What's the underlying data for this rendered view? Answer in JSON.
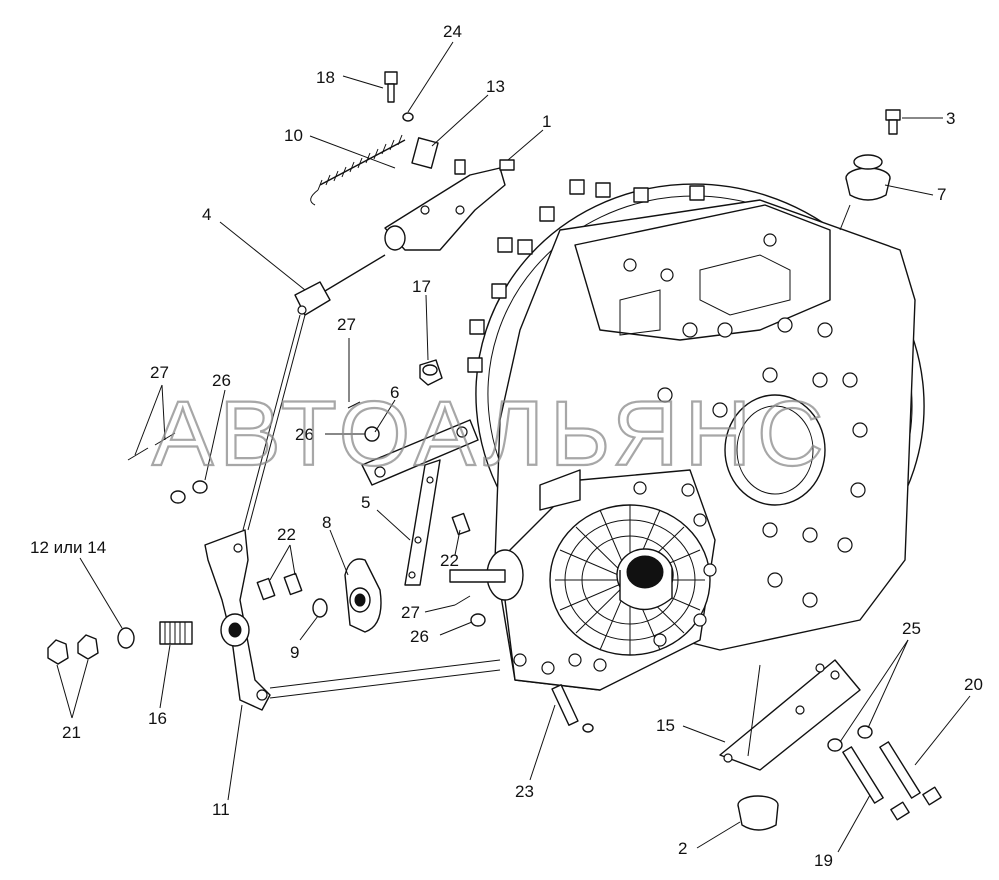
{
  "watermark": "АВТОАЛЬЯНС",
  "callouts": [
    {
      "id": "c24",
      "text": "24"
    },
    {
      "id": "c18",
      "text": "18"
    },
    {
      "id": "c13",
      "text": "13"
    },
    {
      "id": "c1",
      "text": "1"
    },
    {
      "id": "c10",
      "text": "10"
    },
    {
      "id": "c3",
      "text": "3"
    },
    {
      "id": "c7",
      "text": "7"
    },
    {
      "id": "c4",
      "text": "4"
    },
    {
      "id": "c17",
      "text": "17"
    },
    {
      "id": "c27a",
      "text": "27"
    },
    {
      "id": "c27b",
      "text": "27"
    },
    {
      "id": "c26a",
      "text": "26"
    },
    {
      "id": "c6",
      "text": "6"
    },
    {
      "id": "c26b",
      "text": "26"
    },
    {
      "id": "c5",
      "text": "5"
    },
    {
      "id": "c8",
      "text": "8"
    },
    {
      "id": "c22a",
      "text": "22"
    },
    {
      "id": "c22b",
      "text": "22"
    },
    {
      "id": "c12",
      "text": "12 или 14"
    },
    {
      "id": "c27c",
      "text": "27"
    },
    {
      "id": "c26c",
      "text": "26"
    },
    {
      "id": "c9",
      "text": "9"
    },
    {
      "id": "c16",
      "text": "16"
    },
    {
      "id": "c21",
      "text": "21"
    },
    {
      "id": "c11",
      "text": "11"
    },
    {
      "id": "c23",
      "text": "23"
    },
    {
      "id": "c15",
      "text": "15"
    },
    {
      "id": "c25",
      "text": "25"
    },
    {
      "id": "c20",
      "text": "20"
    },
    {
      "id": "c2",
      "text": "2"
    },
    {
      "id": "c19",
      "text": "19"
    }
  ]
}
